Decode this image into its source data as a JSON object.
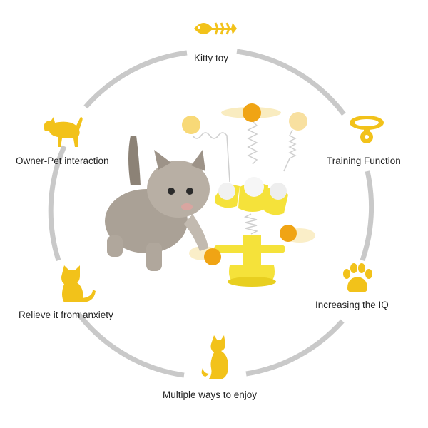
{
  "features": {
    "kitty_toy": "Kitty toy",
    "owner_pet": "Owner-Pet interaction",
    "training": "Training Function",
    "anxiety": "Relieve it from anxiety",
    "iq": "Increasing the IQ",
    "multiple": "Multiple ways to enjoy"
  },
  "icons": {
    "kitty_toy": "fish-bone-icon",
    "owner_pet": "walking-cat-icon",
    "training": "collar-icon",
    "anxiety": "sitting-cat-icon",
    "iq": "paw-print-icon",
    "multiple": "cat-silhouette-icon"
  },
  "colors": {
    "accent": "#f2c21a",
    "ring": "#c9c9c9",
    "toy_yellow": "#f5e23a",
    "ball_orange": "#f0a414"
  }
}
